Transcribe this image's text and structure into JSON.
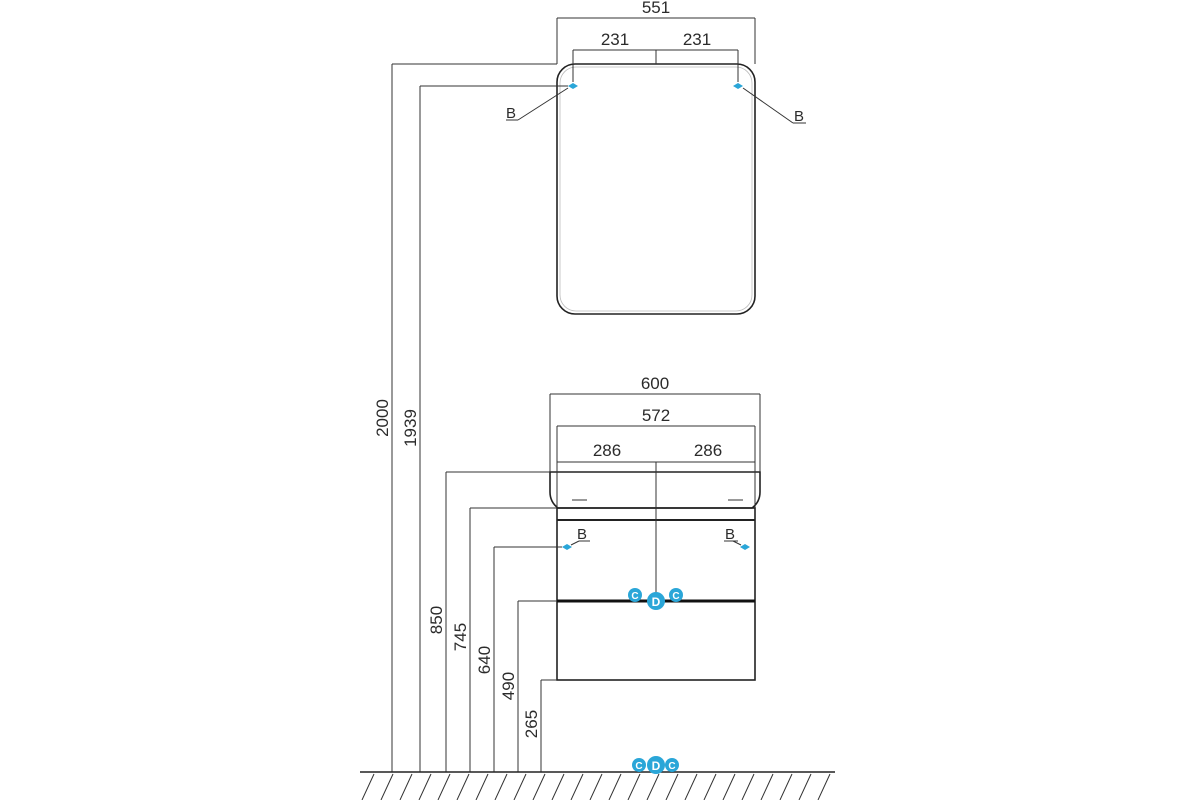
{
  "mirror": {
    "overall_width": "551",
    "half_left": "231",
    "half_right": "231",
    "mount_left_label": "B",
    "mount_right_label": "B"
  },
  "cabinet": {
    "overall_width": "600",
    "inner_width": "572",
    "half_left": "286",
    "half_right": "286",
    "mount_left_label": "B",
    "mount_right_label": "B"
  },
  "heights": {
    "h2000": "2000",
    "h1939": "1939",
    "h850": "850",
    "h745": "745",
    "h640": "640",
    "h490": "490",
    "h265": "265"
  },
  "markers": {
    "c": "C",
    "d": "D"
  },
  "colors": {
    "mount_point": "#2aa6d8",
    "lines": "#222222"
  }
}
